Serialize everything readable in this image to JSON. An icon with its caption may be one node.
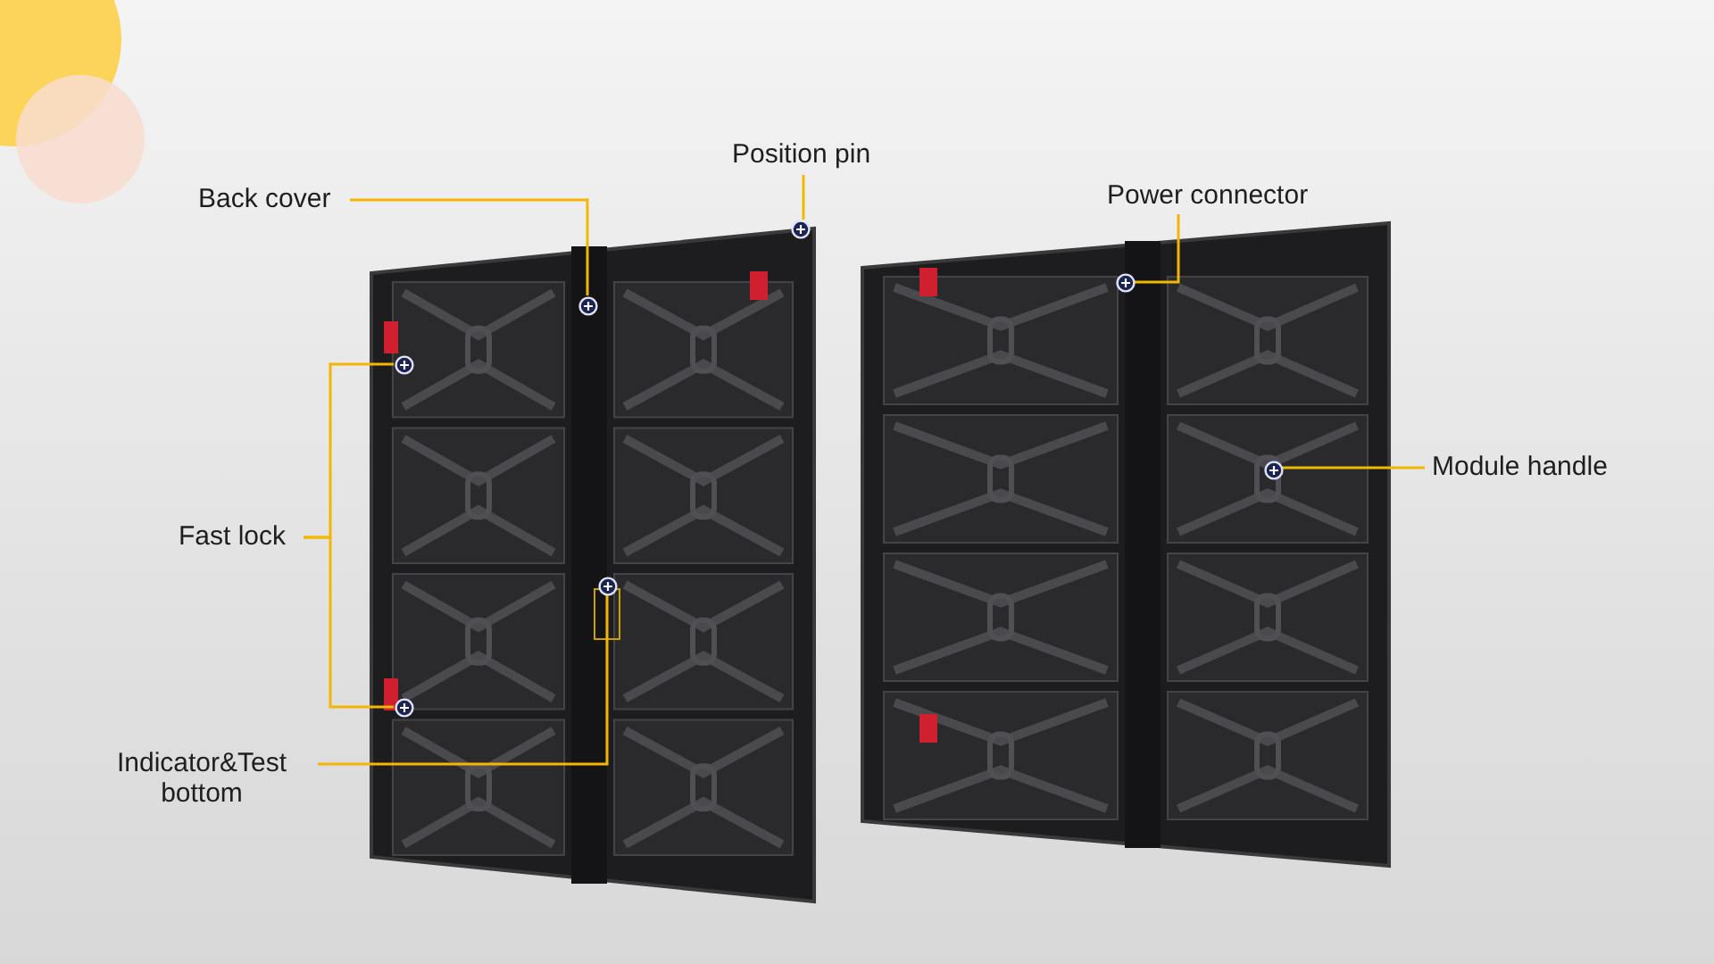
{
  "diagram": {
    "nodes": [
      {
        "text": [
          "Back cover"
        ]
      },
      {
        "text": [
          "Position pin"
        ]
      },
      {
        "text": [
          "Power connector"
        ]
      },
      {
        "text": [
          "Fast lock"
        ]
      },
      {
        "text": [
          "Module handle"
        ]
      },
      {
        "text": [
          "Indicator&Test bottom"
        ]
      },
      {
        "text": [],
        "shape": "circle"
      },
      {
        "text": [],
        "shape": "circle"
      },
      {
        "text": [],
        "shape": "circle"
      },
      {
        "text": [],
        "shape": "circle"
      },
      {
        "text": [],
        "shape": "circle"
      },
      {
        "text": [],
        "shape": "circle"
      },
      {
        "text": [],
        "shape": "circle"
      }
    ],
    "edges": [
      {
        "from": 0,
        "to": 7,
        "arrow": "none"
      },
      {
        "from": 1,
        "to": 6,
        "arrow": "none"
      },
      {
        "from": 2,
        "to": 8,
        "arrow": "none"
      },
      {
        "from": 3,
        "to": 9,
        "arrow": "none"
      },
      {
        "from": 3,
        "to": 12,
        "arrow": "none"
      },
      {
        "from": 4,
        "to": 10,
        "arrow": "none"
      },
      {
        "from": 5,
        "to": 11,
        "arrow": "none"
      }
    ]
  }
}
